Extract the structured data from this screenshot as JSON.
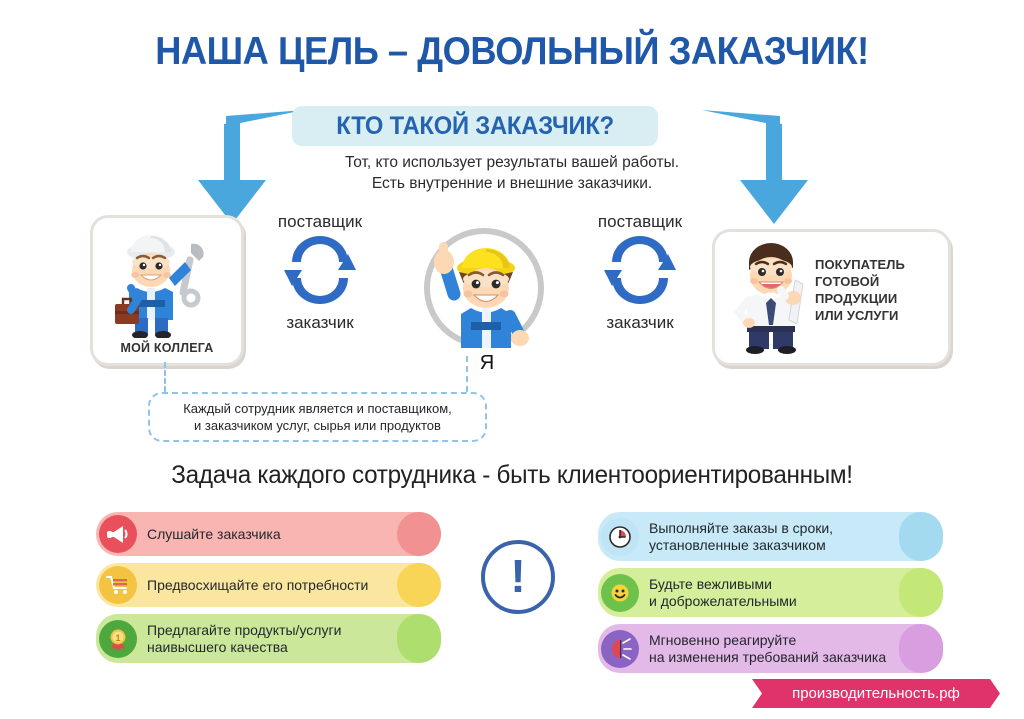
{
  "title": "НАША ЦЕЛЬ – ДОВОЛЬНЫЙ ЗАКАЗЧИК!",
  "banner": {
    "label": "КТО ТАКОЙ ЗАКАЗЧИК?",
    "subtitle_line1": "Тот, кто использует результаты вашей работы.",
    "subtitle_line2": "Есть внутренние и внешние заказчики."
  },
  "boxes": {
    "left": {
      "caption": "МОЙ КОЛЛЕГА",
      "icon": "worker-with-wrench-icon"
    },
    "right": {
      "caption_line1": "ПОКУПАТЕЛЬ",
      "caption_line2": "ГОТОВОЙ",
      "caption_line3": "ПРОДУКЦИИ",
      "caption_line4": "ИЛИ УСЛУГИ",
      "icon": "businessman-with-document-icon"
    }
  },
  "center": {
    "me_label": "Я",
    "icon": "worker-pointing-up-icon"
  },
  "cycles": {
    "left": {
      "top_label": "поставщик",
      "bottom_label": "заказчик",
      "icon": "cycle-arrows-icon"
    },
    "right": {
      "top_label": "поставщик",
      "bottom_label": "заказчик",
      "icon": "cycle-arrows-icon"
    }
  },
  "callout": {
    "line1": "Каждый сотрудник является и поставщиком,",
    "line2": "и заказчиком услуг, сырья или продуктов"
  },
  "section_heading": "Задача каждого сотрудника - быть клиентоориентированным!",
  "exclamation": {
    "mark": "!"
  },
  "pills_left": [
    {
      "text_line1": "Слушайте заказчика",
      "text_line2": "",
      "icon": "megaphone-icon",
      "icon_color": "#e8505b",
      "body_color": "#f8b5b1",
      "cap_color": "#f19191"
    },
    {
      "text_line1": "Предвосхищайте его потребности",
      "text_line2": "",
      "icon": "shopping-cart-icon",
      "icon_color": "#f5c342",
      "body_color": "#fbe6a0",
      "cap_color": "#f8d457"
    },
    {
      "text_line1": "Предлагайте продукты/услуги",
      "text_line2": "наивысшего качества",
      "icon": "award-medal-icon",
      "icon_color": "#4fa83d",
      "body_color": "#cbe89a",
      "cap_color": "#aede6e"
    }
  ],
  "pills_right": [
    {
      "text_line1": "Выполняйте заказы в сроки,",
      "text_line2": "установленные заказчиком",
      "icon": "clock-icon",
      "icon_color": "#bfe4f5",
      "body_color": "#c8e9f7",
      "cap_color": "#a3daf0"
    },
    {
      "text_line1": "Будьте вежливыми",
      "text_line2": "и доброжелательными",
      "icon": "smiley-face-icon",
      "icon_color": "#6ec14a",
      "body_color": "#d4ee9b",
      "cap_color": "#c3e878"
    },
    {
      "text_line1": "Мгновенно реагируйте",
      "text_line2": "на изменения требований заказчика",
      "icon": "comet-icon",
      "icon_color": "#8a63c4",
      "body_color": "#e3b9e8",
      "cap_color": "#d89ee0"
    }
  ],
  "footer": {
    "text": "производительность.рф",
    "color": "#e0336b"
  },
  "colors": {
    "title_blue": "#1f58a8",
    "banner_bg": "#d8eef3",
    "banner_text": "#2463b0",
    "arrow_blue": "#4aa7dd",
    "cycle_blue": "#2f6bc4",
    "dash_blue": "#8fc4e8",
    "box_border": "#e4e0dc"
  }
}
